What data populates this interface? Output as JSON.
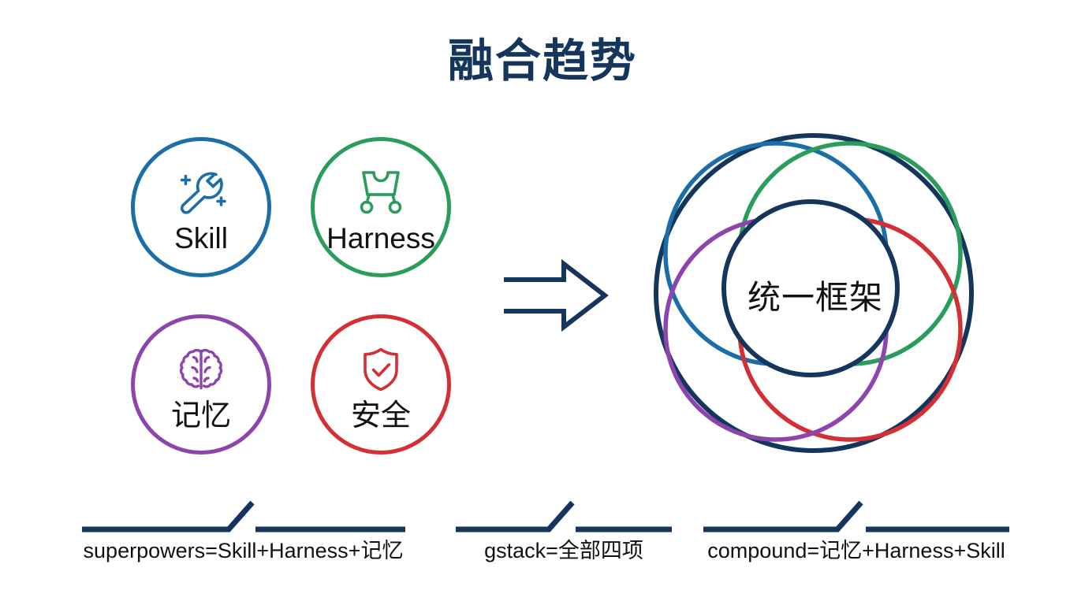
{
  "slide": {
    "title": "融合趋势",
    "background_color": "#ffffff",
    "title_color": "#15365c"
  },
  "colors": {
    "navy": "#15365c",
    "blue": "#1b6ea8",
    "green": "#2a9d5c",
    "purple": "#8e44ad",
    "red": "#d32f34",
    "text": "#111111"
  },
  "pillars": [
    {
      "id": "skill",
      "label": "Skill",
      "icon": "wrench-sparkle-icon",
      "color": "#1b6ea8"
    },
    {
      "id": "harness",
      "label": "Harness",
      "icon": "harness-vest-icon",
      "color": "#2a9d5c"
    },
    {
      "id": "memory",
      "label": "记忆",
      "icon": "brain-icon",
      "color": "#8e44ad"
    },
    {
      "id": "safety",
      "label": "安全",
      "icon": "shield-check-icon",
      "color": "#d32f34"
    }
  ],
  "arrow": {
    "icon": "right-arrow-icon",
    "direction": "right",
    "color": "#15365c"
  },
  "venn": {
    "center_label": "统一框架",
    "outer_ring_color": "#15365c",
    "center_ring_color": "#15365c",
    "lobes": [
      {
        "id": "skill",
        "color": "#1b6ea8",
        "position": "top-left"
      },
      {
        "id": "harness",
        "color": "#2a9d5c",
        "position": "top-right"
      },
      {
        "id": "safety",
        "color": "#d32f34",
        "position": "bottom-right"
      },
      {
        "id": "memory",
        "color": "#8e44ad",
        "position": "bottom-left"
      }
    ]
  },
  "callouts": [
    {
      "id": "superpowers",
      "text": "superpowers=Skill+Harness+记忆"
    },
    {
      "id": "gstack",
      "text": "gstack=全部四项"
    },
    {
      "id": "compound",
      "text": "compound=记忆+Harness+Skill"
    }
  ]
}
